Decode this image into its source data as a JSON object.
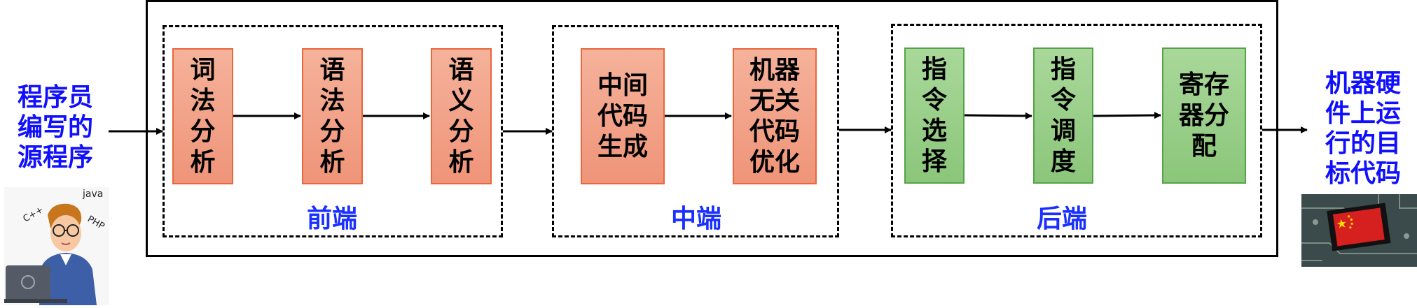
{
  "source_label": "程序员\n编写的\n源程序",
  "target_label": "机器硬\n件上运\n行的目\n标代码",
  "groups": {
    "front": {
      "label": "前端"
    },
    "middle": {
      "label": "中端"
    },
    "back": {
      "label": "后端"
    }
  },
  "stages": [
    {
      "label": "词\n法\n分\n析",
      "color": "#f4a58c"
    },
    {
      "label": "语\n法\n分\n析",
      "color": "#f4a58c"
    },
    {
      "label": "语\n义\n分\n析",
      "color": "#f4a58c"
    },
    {
      "label": "中间\n代码\n生成",
      "color": "#f4a58c"
    },
    {
      "label": "机器\n无关\n代码\n优化",
      "color": "#f4a58c"
    },
    {
      "label": "指\n令\n选\n择",
      "color": "#98cf88"
    },
    {
      "label": "指\n令\n调\n度",
      "color": "#98cf88"
    },
    {
      "label": "寄存\n器分\n配",
      "color": "#98cf88"
    }
  ],
  "illustrations": {
    "programmer": {
      "icon": "programmer-icon",
      "labels": [
        "java",
        "C++",
        "PHP"
      ]
    },
    "chip": {
      "icon": "chip-icon"
    }
  }
}
